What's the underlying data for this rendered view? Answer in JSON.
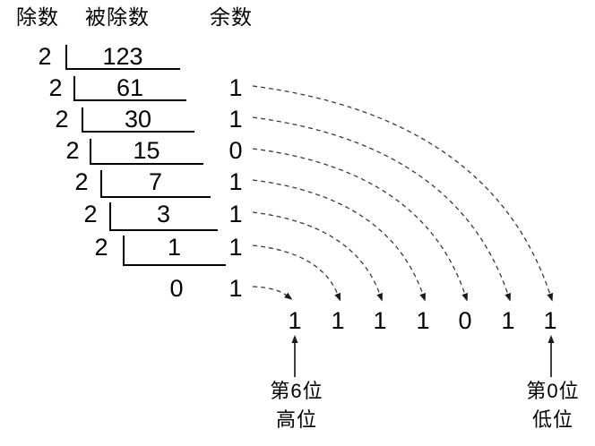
{
  "columns": {
    "divisor": "除数",
    "dividend": "被除数",
    "remainder": "余数"
  },
  "steps": [
    {
      "divisor": "2",
      "dividend": "123"
    },
    {
      "divisor": "2",
      "dividend": "61",
      "remainder": "1"
    },
    {
      "divisor": "2",
      "dividend": "30",
      "remainder": "1"
    },
    {
      "divisor": "2",
      "dividend": "15",
      "remainder": "0"
    },
    {
      "divisor": "2",
      "dividend": "7",
      "remainder": "1"
    },
    {
      "divisor": "2",
      "dividend": "3",
      "remainder": "1"
    },
    {
      "divisor": "2",
      "dividend": "1",
      "remainder": "1"
    }
  ],
  "final_step": {
    "quotient": "0",
    "remainder": "1"
  },
  "binary_result": {
    "digits": [
      "1",
      "1",
      "1",
      "1",
      "0",
      "1",
      "1"
    ]
  },
  "bit_labels": {
    "msb": {
      "position": "第6位",
      "significance": "高位"
    },
    "lsb": {
      "position": "第0位",
      "significance": "低位"
    }
  },
  "colors": {
    "ink": "#000000",
    "dashed_arc": "#3a3a3a",
    "background": "#ffffff"
  }
}
